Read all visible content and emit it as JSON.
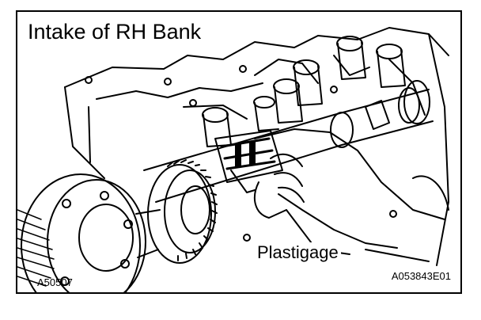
{
  "figure": {
    "title": "Intake of RH Bank",
    "callout_label": "Plastigage",
    "figure_code_left": "A50507",
    "figure_code_right": "A053843E01"
  }
}
